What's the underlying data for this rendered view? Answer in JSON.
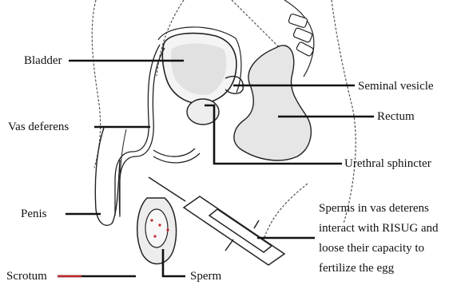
{
  "labels": {
    "bladder": "Bladder",
    "vas_deferens": "Vas deferens",
    "penis": "Penis",
    "scrotum": "Scrotum",
    "sperm": "Sperm",
    "seminal_vesicle": "Seminal vesicle",
    "rectum": "Rectum",
    "urethral_sphincter": "Urethral sphincter"
  },
  "note_lines": [
    "Sperms in vas deterens",
    "interact with RISUG and",
    "loose their capacity to",
    "fertilize the egg"
  ],
  "colors": {
    "line": "#111111",
    "sketch": "#333333",
    "highlight": "#c0262d"
  }
}
